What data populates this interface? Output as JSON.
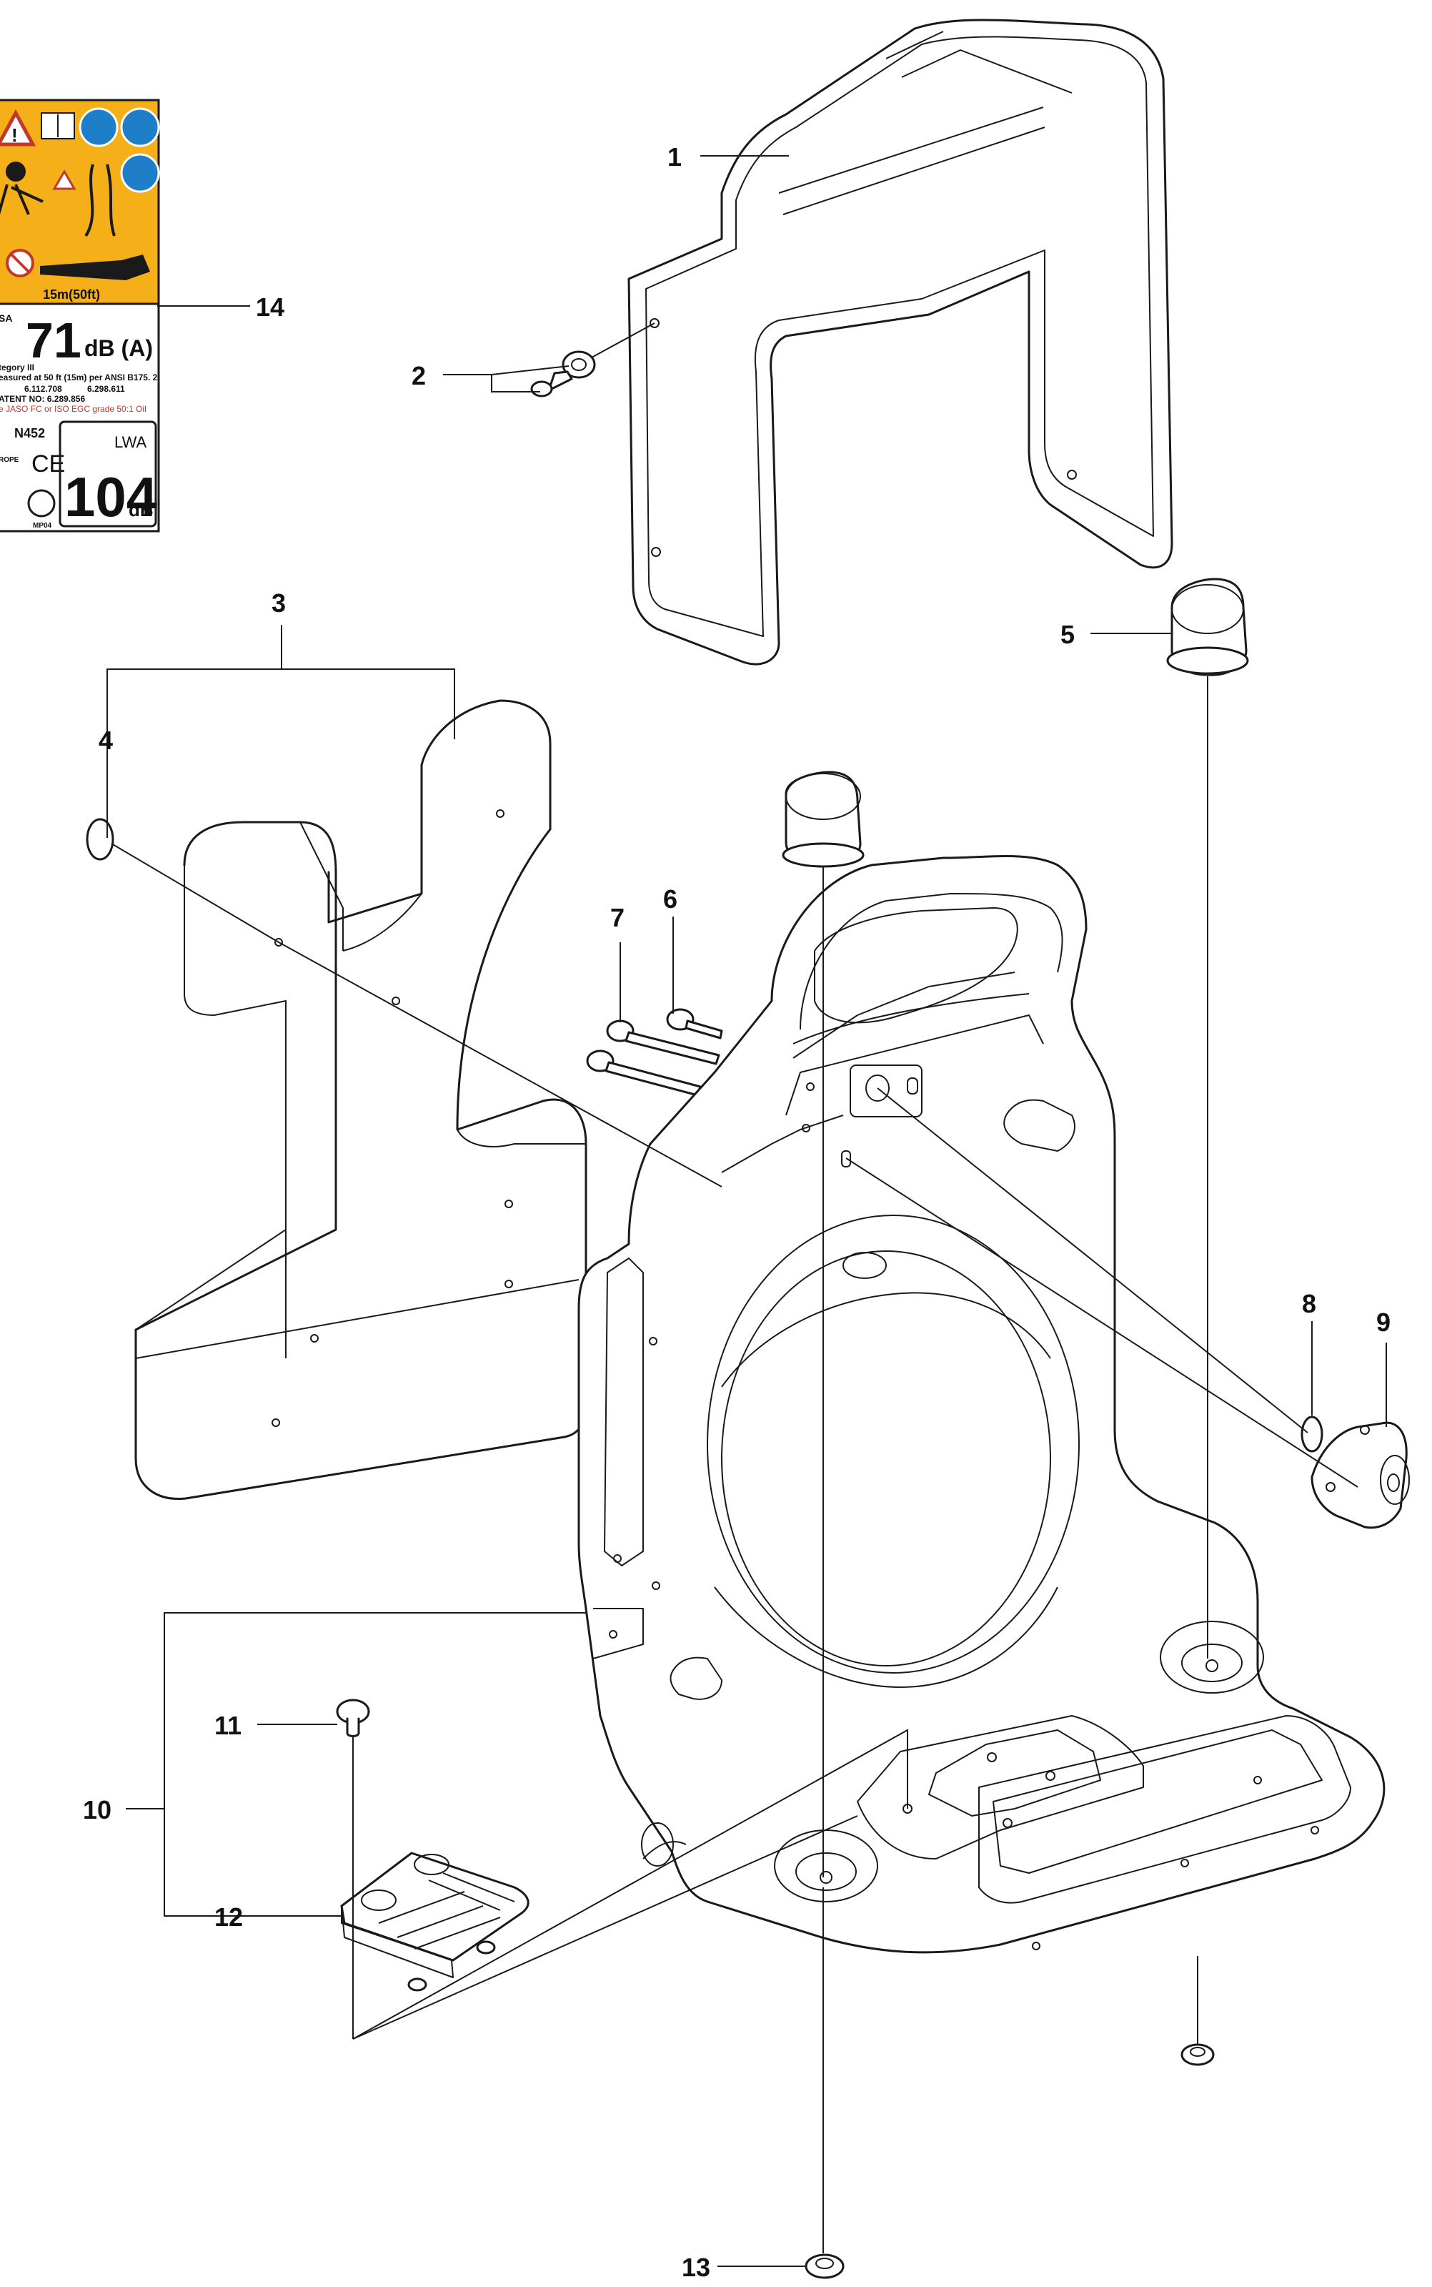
{
  "callouts": [
    "1",
    "2",
    "3",
    "4",
    "5",
    "6",
    "7",
    "8",
    "9",
    "10",
    "11",
    "12",
    "13",
    "14"
  ],
  "decal": {
    "sound_pressure": "71",
    "sound_unit": "dB (A)",
    "category": "tegory III",
    "measured_note": "easured at 50 ft (15m) per ANSI B175. 2",
    "distance_note": "15m(50ft)",
    "patents_1": "6.112.708",
    "patents_2": "6.298.611",
    "patent_label": "ATENT NO: 6.289.856",
    "fuel_note": "e JASO FC or ISO EGC grade 50:1 Oil",
    "noise_code": "N452",
    "region": "ROPE",
    "sound_power": "104",
    "sound_power_unit": "dB",
    "lwa_label": "LWA",
    "cert_code": "MP04",
    "usa_label": "SA"
  }
}
